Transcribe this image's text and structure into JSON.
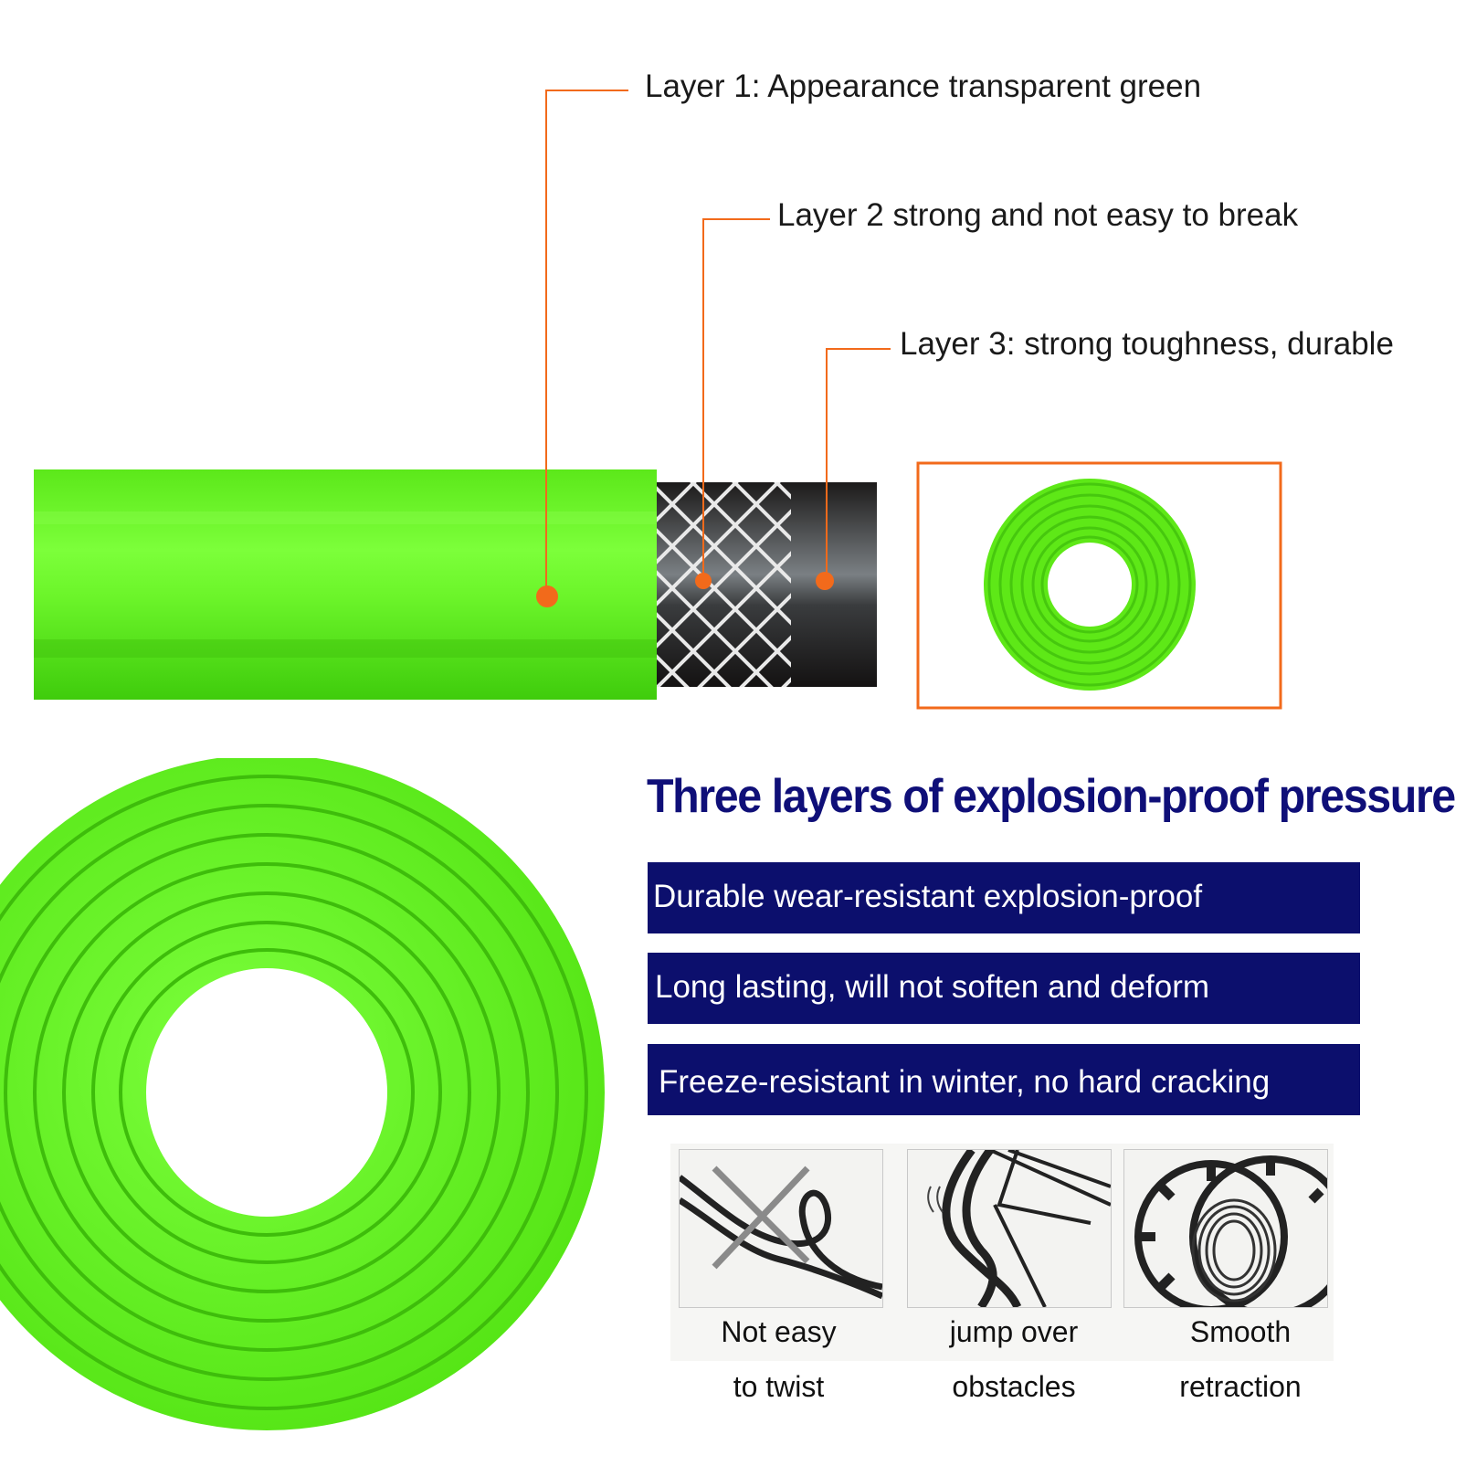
{
  "callouts": {
    "layer1": "Layer 1: Appearance transparent green",
    "layer2": "Layer 2 strong and not easy to break",
    "layer3": "Layer 3: strong toughness, durable"
  },
  "headline": "Three layers of explosion-proof pressure",
  "features": [
    "Durable wear-resistant explosion-proof",
    "Long lasting, will not soften and deform",
    "Freeze-resistant in winter, no hard cracking"
  ],
  "icons": [
    {
      "name": "twist-icon",
      "line1": "Not easy",
      "line2": "to twist"
    },
    {
      "name": "obstacle-icon",
      "line1": "jump over",
      "line2": "obstacles"
    },
    {
      "name": "reel-icon",
      "line1": "Smooth",
      "line2": "retraction"
    }
  ],
  "colors": {
    "hose_green": "#62f01a",
    "accent_orange": "#f26a1b",
    "banner_navy": "#0c0f6d",
    "headline_navy": "#0f0f78"
  }
}
